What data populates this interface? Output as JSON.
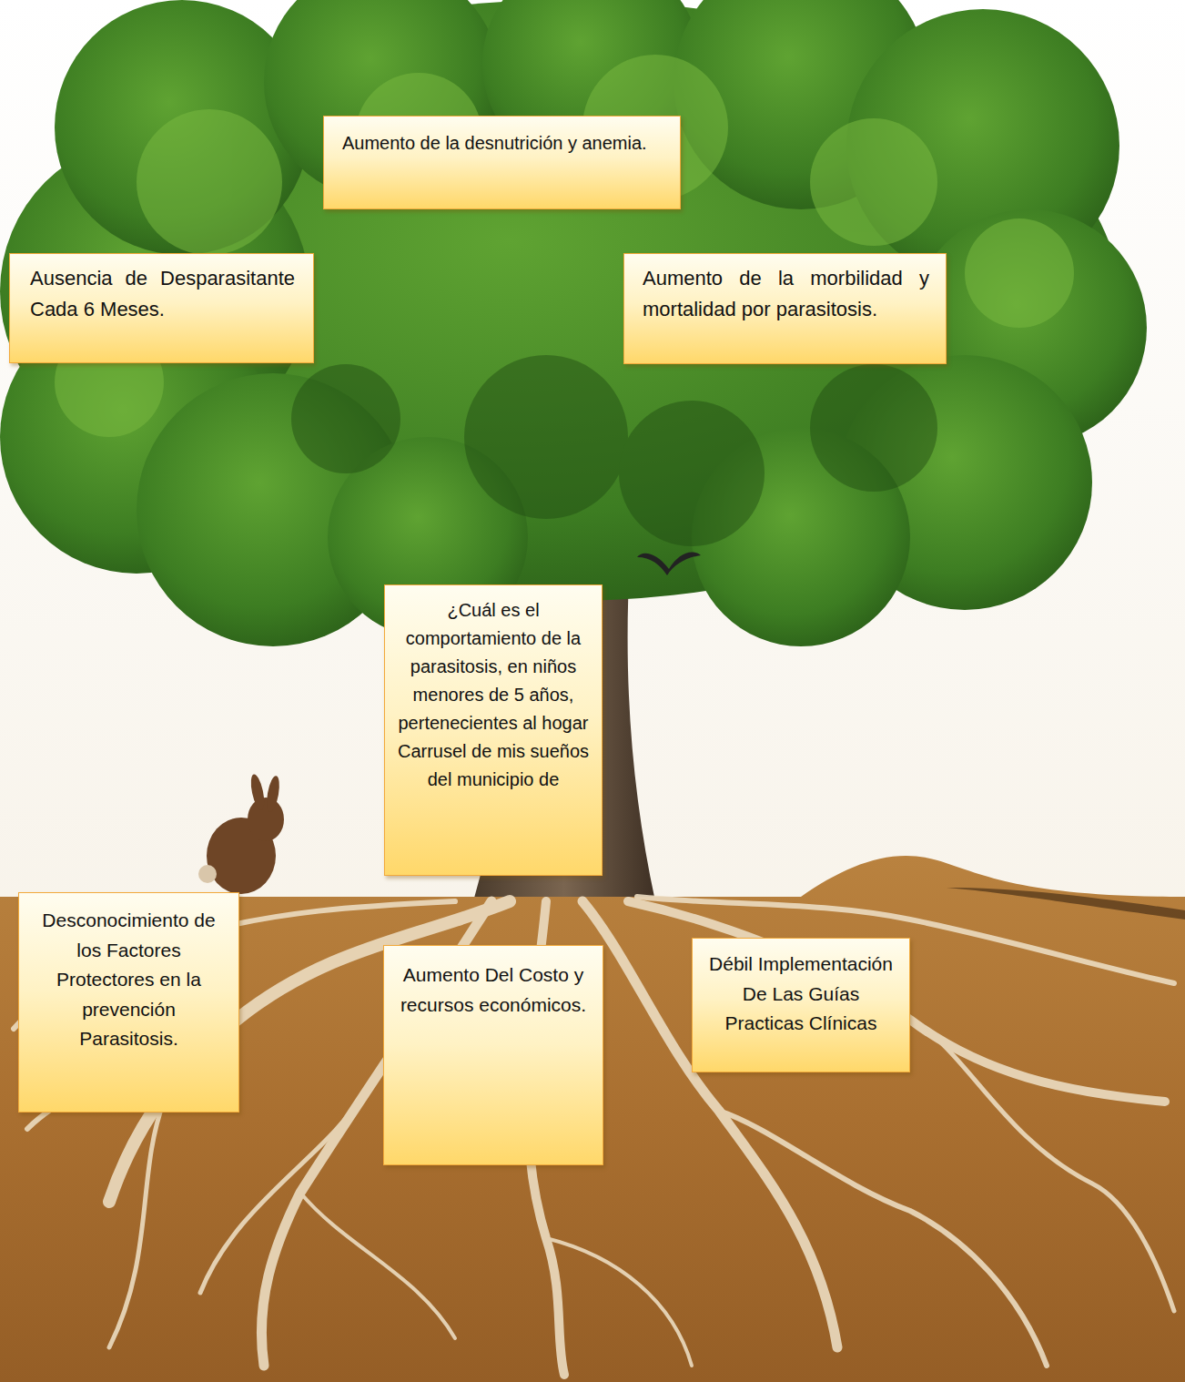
{
  "diagram": {
    "nodes": [
      {
        "text": [
          "Aumento de la desnutrición y anemia."
        ]
      },
      {
        "text": [
          "Ausencia de Desparasitante Cada 6 Meses."
        ]
      },
      {
        "text": [
          "Aumento de la morbilidad y mortalidad por parasitosis."
        ]
      },
      {
        "text": [
          "¿Cuál es el comportamiento de la parasitosis, en niños menores de 5 años, pertenecientes al hogar Carrusel de mis sueños del municipio de"
        ]
      },
      {
        "text": [
          "Desconocimiento de los Factores Protectores en la prevención Parasitosis."
        ]
      },
      {
        "text": [
          "Aumento Del Costo y recursos económicos."
        ]
      },
      {
        "text": [
          "Débil Implementación De Las Guías Practicas Clínicas"
        ]
      }
    ]
  }
}
